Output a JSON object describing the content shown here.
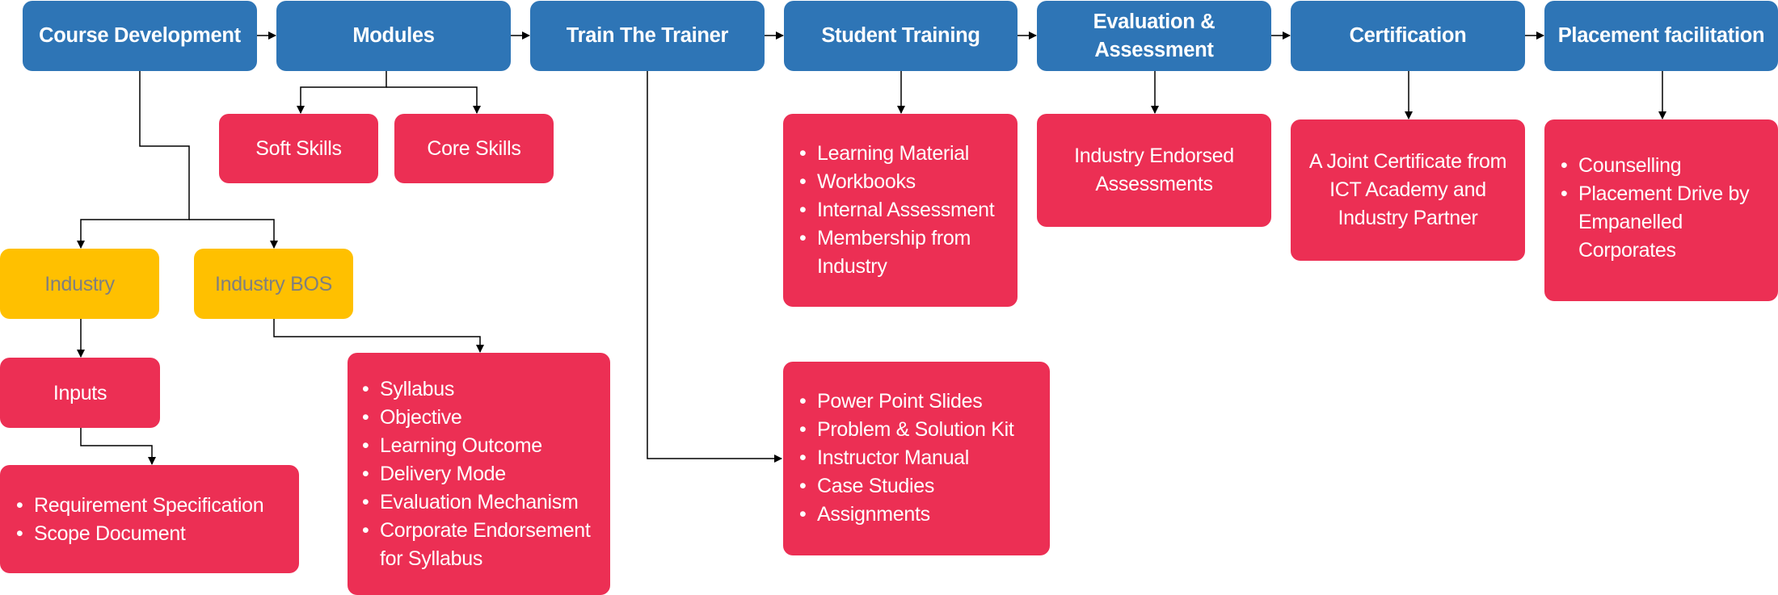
{
  "top_row": {
    "course_development": "Course Development",
    "modules": "Modules",
    "train_the_trainer": "Train The Trainer",
    "student_training": "Student Training",
    "evaluation_line1": "Evaluation &",
    "evaluation_line2": "Assessment",
    "certification": "Certification",
    "placement_facilitation": "Placement facilitation"
  },
  "modules_children": {
    "soft_skills": "Soft Skills",
    "core_skills": "Core Skills"
  },
  "course_dev_children": {
    "industry": "Industry",
    "industry_bos": "Industry BOS",
    "inputs": "Inputs"
  },
  "inputs_list": [
    "Requirement Specification",
    "Scope Document"
  ],
  "industry_bos_list": [
    "Syllabus",
    "Objective",
    "Learning Outcome",
    "Delivery Mode",
    "Evaluation Mechanism",
    "Corporate Endorsement for Syllabus"
  ],
  "student_training_list": [
    "Learning Material",
    "Workbooks",
    "Internal Assessment",
    "Membership from Industry"
  ],
  "train_the_trainer_list": [
    "Power Point Slides",
    "Problem & Solution Kit",
    "Instructor Manual",
    "Case Studies",
    "Assignments"
  ],
  "evaluation_text": {
    "line1": "Industry Endorsed",
    "line2": "Assessments"
  },
  "certification_text": {
    "line1": "A Joint Certificate from",
    "line2": "ICT Academy and",
    "line3": "Industry Partner"
  },
  "placement_list": [
    "Counselling",
    "Placement Drive by Empanelled Corporates"
  ],
  "colors": {
    "blue": "#2e75b6",
    "red": "#ec2f54",
    "yellow": "#ffc000",
    "yellow_text": "#7f7f7f",
    "line": "#000000"
  }
}
